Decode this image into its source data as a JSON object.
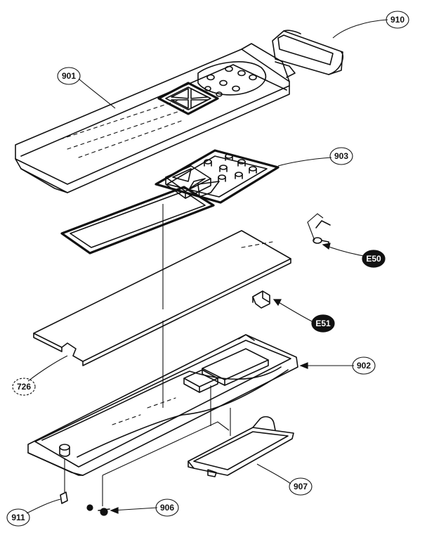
{
  "callouts": {
    "p910": "910",
    "p901": "901",
    "p903": "903",
    "pE50": "E50",
    "pE51": "E51",
    "p726": "726",
    "p902": "902",
    "p907": "907",
    "p911": "911",
    "p906": "906"
  }
}
